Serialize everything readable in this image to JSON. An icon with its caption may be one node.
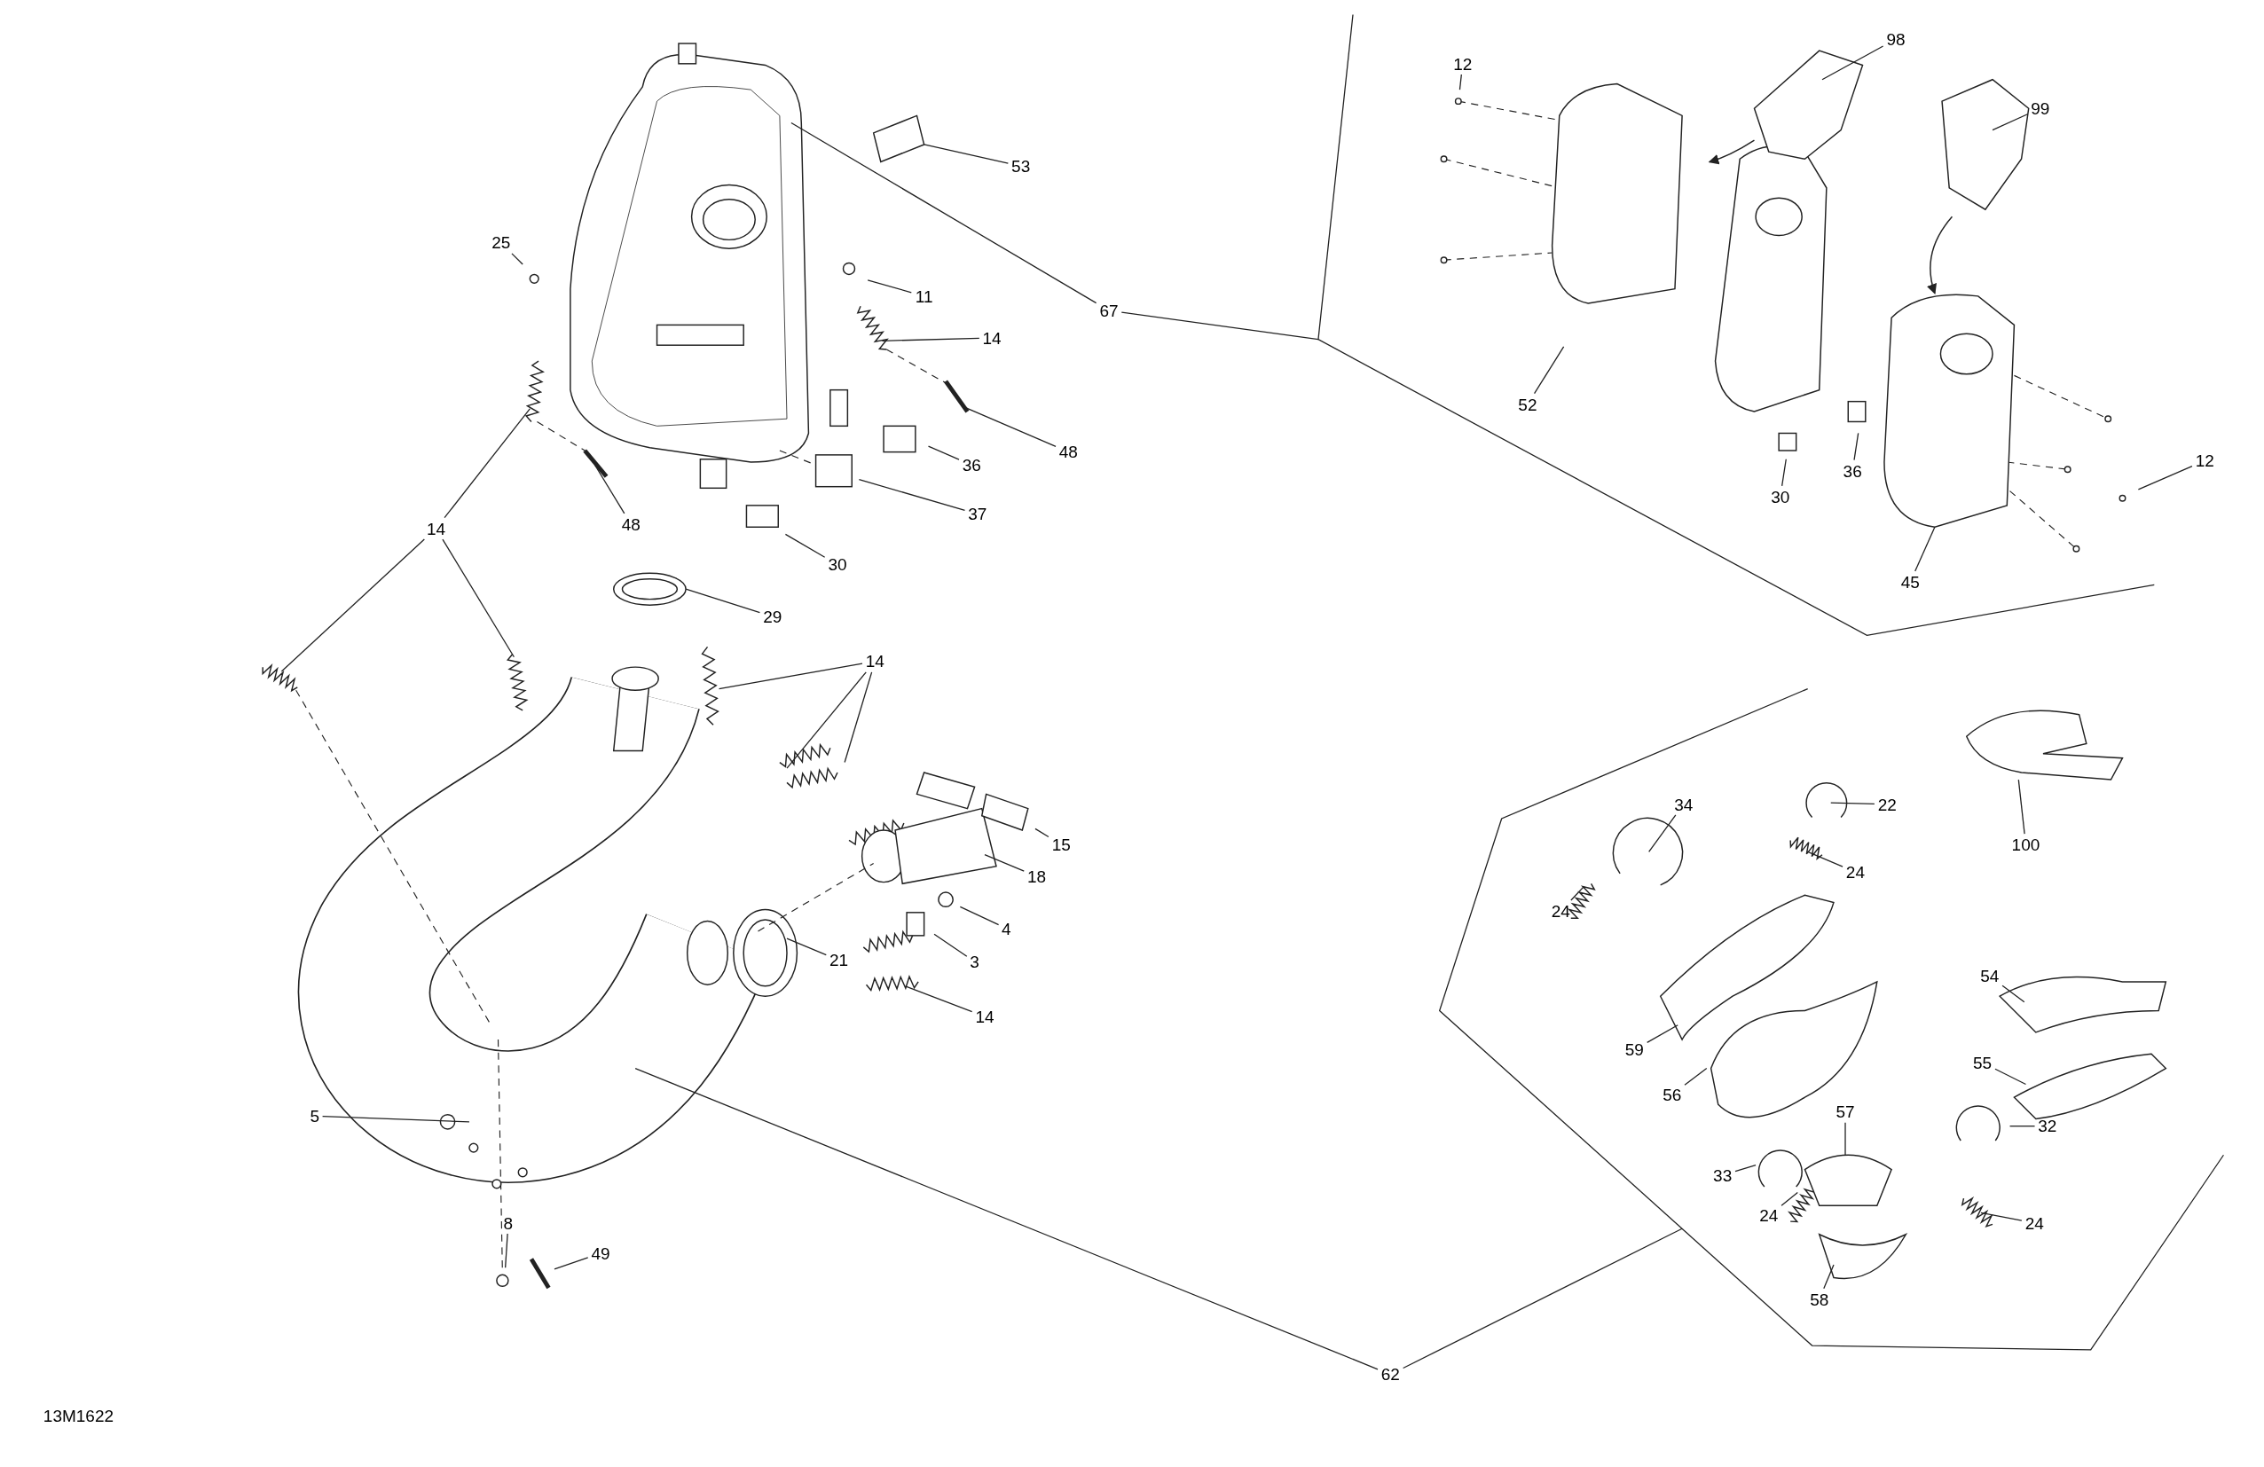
{
  "diagram": {
    "nodes": [
      {
        "text": [
          "53"
        ]
      },
      {
        "text": [
          "25"
        ]
      },
      {
        "text": [
          "11"
        ]
      },
      {
        "text": [
          "14"
        ]
      },
      {
        "text": [
          "67"
        ]
      },
      {
        "text": [
          "48"
        ]
      },
      {
        "text": [
          "36"
        ]
      },
      {
        "text": [
          "37"
        ]
      },
      {
        "text": [
          "48"
        ]
      },
      {
        "text": [
          "30"
        ]
      },
      {
        "text": [
          "14"
        ]
      },
      {
        "text": [
          "29"
        ]
      },
      {
        "text": [
          "14"
        ]
      },
      {
        "text": [
          "15"
        ]
      },
      {
        "text": [
          "18"
        ]
      },
      {
        "text": [
          "4"
        ]
      },
      {
        "text": [
          "3"
        ]
      },
      {
        "text": [
          "21"
        ]
      },
      {
        "text": [
          "14"
        ]
      },
      {
        "text": [
          "5"
        ]
      },
      {
        "text": [
          "8"
        ]
      },
      {
        "text": [
          "49"
        ]
      },
      {
        "text": [
          "62"
        ]
      },
      {
        "text": [
          "12"
        ]
      },
      {
        "text": [
          "98"
        ]
      },
      {
        "text": [
          "99"
        ]
      },
      {
        "text": [
          "52"
        ]
      },
      {
        "text": [
          "30"
        ]
      },
      {
        "text": [
          "36"
        ]
      },
      {
        "text": [
          "12"
        ]
      },
      {
        "text": [
          "45"
        ]
      },
      {
        "text": [
          "22"
        ]
      },
      {
        "text": [
          "34"
        ]
      },
      {
        "text": [
          "24"
        ]
      },
      {
        "text": [
          "24"
        ]
      },
      {
        "text": [
          "100"
        ]
      },
      {
        "text": [
          "54"
        ]
      },
      {
        "text": [
          "59"
        ]
      },
      {
        "text": [
          "55"
        ]
      },
      {
        "text": [
          "56"
        ]
      },
      {
        "text": [
          "57"
        ]
      },
      {
        "text": [
          "32"
        ]
      },
      {
        "text": [
          "33"
        ]
      },
      {
        "text": [
          "24"
        ]
      },
      {
        "text": [
          "24"
        ]
      },
      {
        "text": [
          "58"
        ]
      }
    ],
    "edges": [
      {
        "from": 0,
        "to": null,
        "arrow": "none"
      },
      {
        "from": 1,
        "to": null,
        "arrow": "none"
      },
      {
        "from": 2,
        "to": null,
        "arrow": "none"
      },
      {
        "from": 3,
        "to": null,
        "arrow": "none"
      },
      {
        "from": 4,
        "to": null,
        "arrow": "none"
      },
      {
        "from": 4,
        "to": null,
        "arrow": "none"
      },
      {
        "from": 5,
        "to": null,
        "arrow": "none"
      },
      {
        "from": 6,
        "to": null,
        "arrow": "none"
      },
      {
        "from": 7,
        "to": null,
        "arrow": "none"
      },
      {
        "from": 8,
        "to": null,
        "arrow": "none"
      },
      {
        "from": 9,
        "to": null,
        "arrow": "none"
      },
      {
        "from": 10,
        "to": null,
        "arrow": "none"
      },
      {
        "from": 10,
        "to": null,
        "arrow": "none"
      },
      {
        "from": 10,
        "to": null,
        "arrow": "none"
      },
      {
        "from": 11,
        "to": null,
        "arrow": "none"
      },
      {
        "from": 12,
        "to": null,
        "arrow": "none"
      },
      {
        "from": 12,
        "to": null,
        "arrow": "none"
      },
      {
        "from": 12,
        "to": null,
        "arrow": "none"
      },
      {
        "from": 13,
        "to": null,
        "arrow": "none"
      },
      {
        "from": 14,
        "to": null,
        "arrow": "none"
      },
      {
        "from": 15,
        "to": null,
        "arrow": "none"
      },
      {
        "from": 16,
        "to": null,
        "arrow": "none"
      },
      {
        "from": 17,
        "to": null,
        "arrow": "none"
      },
      {
        "from": 18,
        "to": null,
        "arrow": "none"
      },
      {
        "from": 19,
        "to": null,
        "arrow": "none"
      },
      {
        "from": 20,
        "to": null,
        "arrow": "none"
      },
      {
        "from": 21,
        "to": null,
        "arrow": "none"
      },
      {
        "from": 22,
        "to": null,
        "arrow": "none"
      },
      {
        "from": 22,
        "to": null,
        "arrow": "none"
      },
      {
        "from": 23,
        "to": null,
        "arrow": "none"
      },
      {
        "from": 24,
        "to": null,
        "arrow": "none"
      },
      {
        "from": 25,
        "to": null,
        "arrow": "none"
      },
      {
        "from": 26,
        "to": null,
        "arrow": "none"
      },
      {
        "from": 27,
        "to": null,
        "arrow": "none"
      },
      {
        "from": 28,
        "to": null,
        "arrow": "none"
      },
      {
        "from": 29,
        "to": null,
        "arrow": "none"
      },
      {
        "from": 30,
        "to": null,
        "arrow": "none"
      },
      {
        "from": 31,
        "to": null,
        "arrow": "none"
      },
      {
        "from": 32,
        "to": null,
        "arrow": "none"
      },
      {
        "from": 33,
        "to": null,
        "arrow": "none"
      },
      {
        "from": 34,
        "to": null,
        "arrow": "none"
      },
      {
        "from": 35,
        "to": null,
        "arrow": "none"
      },
      {
        "from": 36,
        "to": null,
        "arrow": "none"
      },
      {
        "from": 37,
        "to": null,
        "arrow": "none"
      },
      {
        "from": 38,
        "to": null,
        "arrow": "none"
      },
      {
        "from": 39,
        "to": null,
        "arrow": "none"
      },
      {
        "from": 40,
        "to": null,
        "arrow": "none"
      },
      {
        "from": 41,
        "to": null,
        "arrow": "none"
      },
      {
        "from": 42,
        "to": null,
        "arrow": "none"
      },
      {
        "from": 43,
        "to": null,
        "arrow": "none"
      },
      {
        "from": 44,
        "to": null,
        "arrow": "none"
      },
      {
        "from": 45,
        "to": null,
        "arrow": "none"
      }
    ],
    "labels": [
      "13M1622"
    ]
  }
}
